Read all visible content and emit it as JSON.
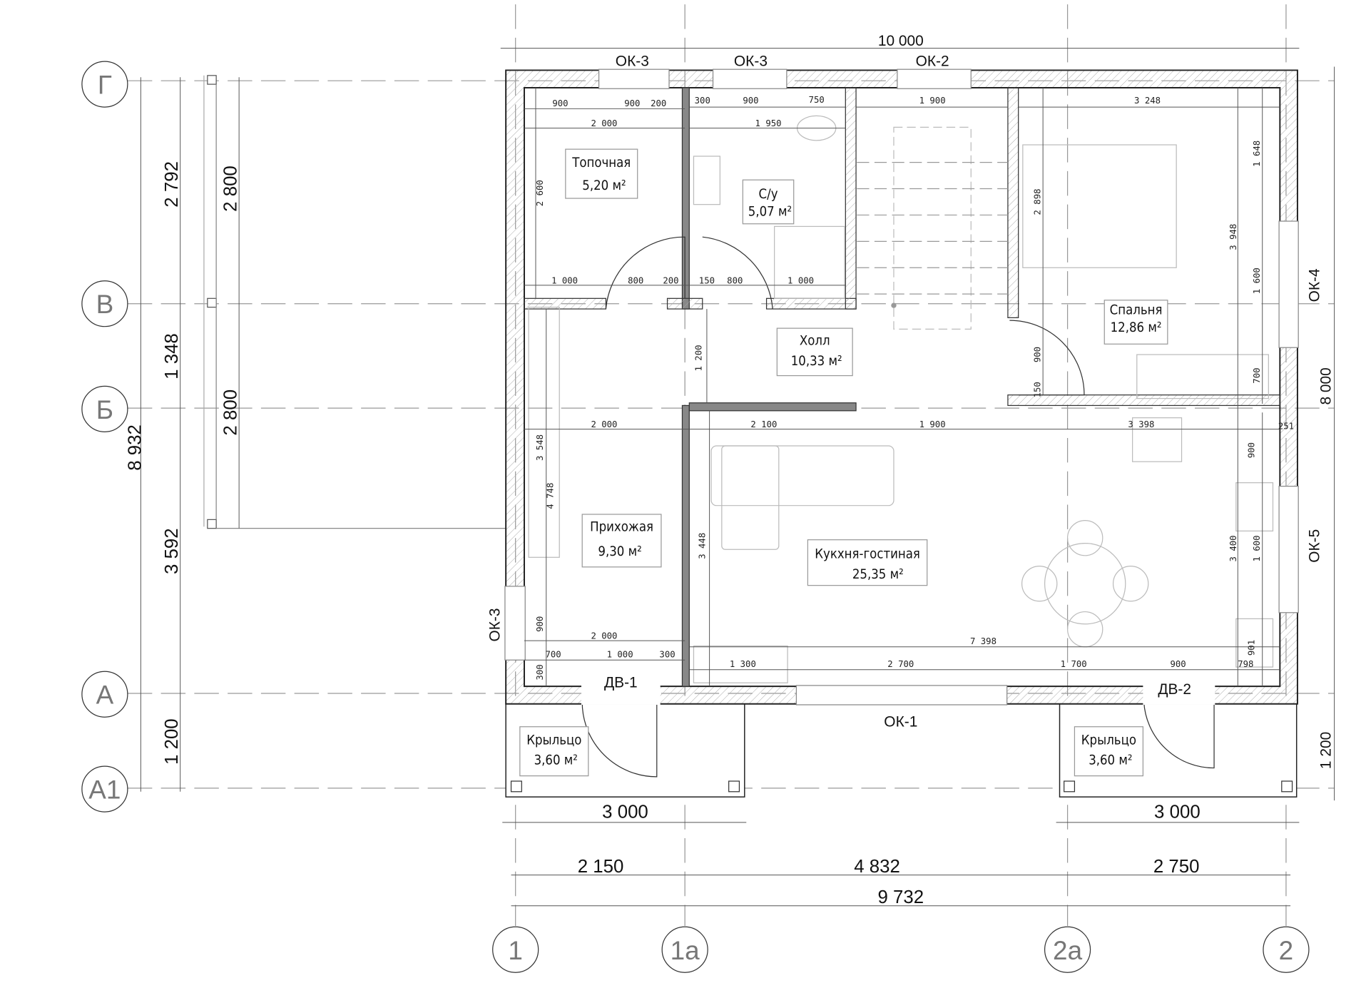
{
  "title": "План 1 этажа",
  "axes": {
    "vertical": [
      "1",
      "1а",
      "2а",
      "2"
    ],
    "horizontal": [
      "Г",
      "В",
      "Б",
      "А",
      "А1"
    ]
  },
  "rooms": [
    {
      "name": "Топочная",
      "area": "5,20 м²"
    },
    {
      "name": "С/у",
      "area": "5,07 м²"
    },
    {
      "name": "Спальня",
      "area": "12,86 м²"
    },
    {
      "name": "Холл",
      "area": "10,33 м²"
    },
    {
      "name": "Прихожая",
      "area": "9,30 м²"
    },
    {
      "name": "Кукхня-гостиная",
      "area": "25,35 м²"
    },
    {
      "name": "Крыльцо",
      "area": "3,60 м²"
    },
    {
      "name": "Крыльцо",
      "area": "3,60 м²"
    }
  ],
  "openings": [
    "ОК-3",
    "ОК-3",
    "ОК-2",
    "ОК-4",
    "ОК-5",
    "ОК-3",
    "ОК-1",
    "ДВ-1",
    "ДВ-2"
  ],
  "overall_dims": {
    "top": "10 000",
    "left_total": "8 932",
    "right_total": "8 000",
    "right_porch": "1 200",
    "left_chain": [
      "2 792",
      "1 348",
      "3 592",
      "1 200"
    ],
    "left_chain2": [
      "2 800",
      "2 800"
    ],
    "porch_left": "3 000",
    "porch_right": "3 000",
    "bottom_chain": [
      "2 150",
      "4 832",
      "2 750"
    ],
    "bottom_total": "9 732"
  },
  "dims": [
    "900",
    "900",
    "200",
    "2 000",
    "300",
    "900",
    "750",
    "1 950",
    "1 900",
    "3 248",
    "2 600",
    "1 000",
    "800",
    "200",
    "150",
    "800",
    "1 000",
    "1 648",
    "2 898",
    "3 948",
    "1 600",
    "1 200",
    "900",
    "150",
    "700",
    "2 000",
    "2 100",
    "1 900",
    "3 398",
    "251",
    "3 548",
    "4 748",
    "900",
    "3 448",
    "3 400",
    "1 600",
    "900",
    "2 000",
    "7 398",
    "901",
    "700",
    "1 000",
    "300",
    "1 300",
    "2 700",
    "1 700",
    "900",
    "798",
    "300"
  ]
}
